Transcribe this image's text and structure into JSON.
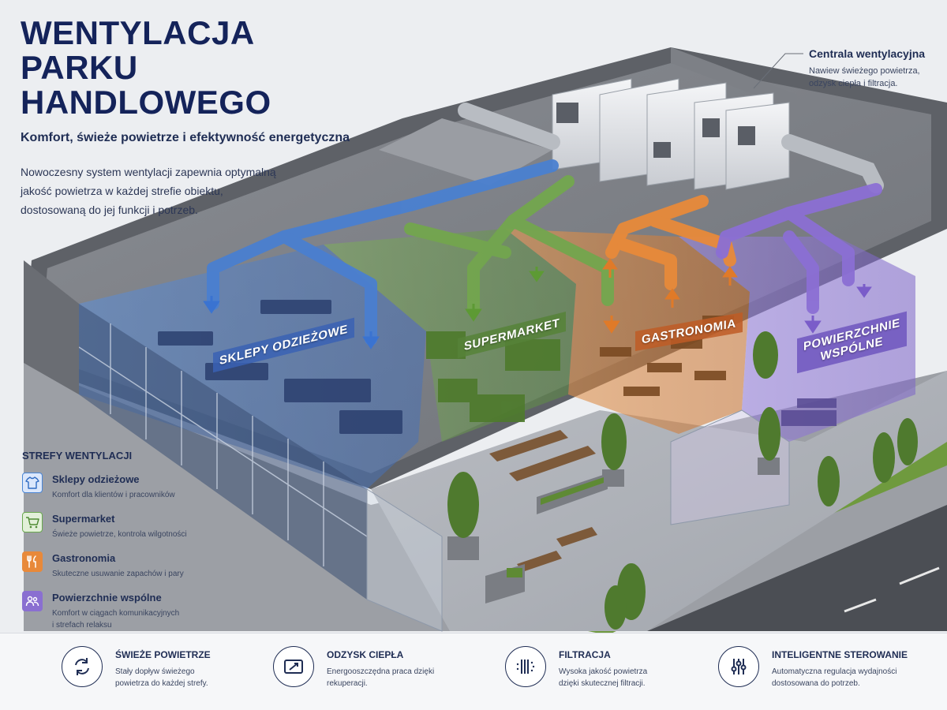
{
  "header": {
    "title_line1": "WENTYLACJA",
    "title_line2": "PARKU HANDLOWEGO",
    "subtitle": "Komfort, świeże powietrze i efektywność energetyczna",
    "intro_line1": "Nowoczesny system wentylacji zapewnia optymalną",
    "intro_line2": "jakość powietrza w każdej strefie obiektu,",
    "intro_line3": "dostosowaną do jej funkcji i potrzeb."
  },
  "callout": {
    "title": "Centrala wentylacyjna",
    "line1": "Nawiew świeżego powietrza,",
    "line2": "odzysk ciepła i filtracja."
  },
  "zones": {
    "clothing": "SKLEPY ODZIEŻOWE",
    "supermarket": "SUPERMARKET",
    "gastronomy": "GASTRONOMIA",
    "common_line1": "POWIERZCHNIE",
    "common_line2": "WSPÓLNE"
  },
  "legend": {
    "title": "STREFY WENTYLACJI",
    "items": [
      {
        "name": "Sklepy odzieżowe",
        "desc": "Komfort dla klientów i pracowników",
        "desc2": "",
        "color": "#4a86d6",
        "icon": "tshirt-icon"
      },
      {
        "name": "Supermarket",
        "desc": "Świeże powietrze, kontrola wilgotności",
        "desc2": "",
        "color": "#6aa84f",
        "icon": "cart-icon"
      },
      {
        "name": "Gastronomia",
        "desc": "Skuteczne usuwanie zapachów i pary",
        "desc2": "",
        "color": "#e8893a",
        "icon": "cutlery-icon"
      },
      {
        "name": "Powierzchnie wspólne",
        "desc": "Komfort w ciągach komunikacyjnych",
        "desc2": "i strefach relaksu",
        "color": "#8a6fd1",
        "icon": "people-icon"
      }
    ]
  },
  "features": [
    {
      "title": "ŚWIEŻE POWIETRZE",
      "line1": "Stały dopływ świeżego",
      "line2": "powietrza do każdej strefy.",
      "icon": "recycle-arrows-icon"
    },
    {
      "title": "ODZYSK CIEPŁA",
      "line1": "Energooszczędna praca dzięki",
      "line2": "rekuperacji.",
      "icon": "heat-exchanger-icon"
    },
    {
      "title": "FILTRACJA",
      "line1": "Wysoka jakość powietrza",
      "line2": "dzięki skutecznej filtracji.",
      "icon": "filter-icon"
    },
    {
      "title": "INTELIGENTNE STEROWANIE",
      "line1": "Automatyczna regulacja wydajności",
      "line2": "dostosowana do potrzeb.",
      "icon": "sliders-icon"
    }
  ],
  "colors": {
    "navy": "#14235a",
    "blue": "#4a86d6",
    "green": "#6aa84f",
    "orange": "#e8893a",
    "purple": "#8a6fd1"
  }
}
